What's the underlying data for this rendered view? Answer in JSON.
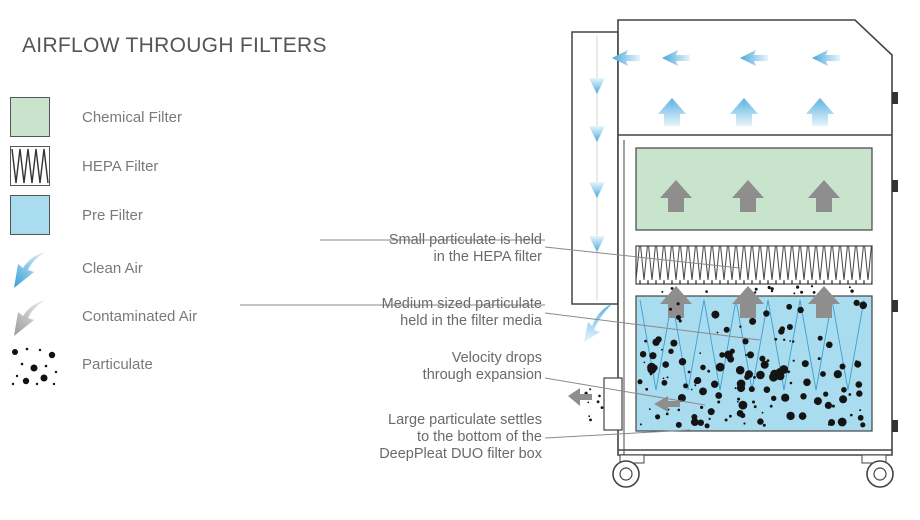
{
  "title": "AIRFLOW THROUGH FILTERS",
  "legend": [
    {
      "label": "Chemical Filter",
      "icon": "chemical-filter-swatch",
      "color": "#c9e4cd"
    },
    {
      "label": "HEPA Filter",
      "icon": "hepa-filter-swatch",
      "color": "#ffffff"
    },
    {
      "label": "Pre Filter",
      "icon": "pre-filter-swatch",
      "color": "#a9dcef"
    },
    {
      "label": "Clean Air",
      "icon": "clean-air-arrow-icon",
      "color": "#4aa8dc"
    },
    {
      "label": "Contaminated Air",
      "icon": "contaminated-air-arrow-icon",
      "color": "#a8a8a8"
    },
    {
      "label": "Particulate",
      "icon": "particulate-dots-icon",
      "color": "#111111"
    }
  ],
  "callouts": [
    {
      "line1": "Small particulate is held",
      "line2": "in the HEPA filter",
      "line3": ""
    },
    {
      "line1": "Medium sized particulate",
      "line2": "held in the filter media",
      "line3": ""
    },
    {
      "line1": "Velocity drops",
      "line2": "through expansion",
      "line3": ""
    },
    {
      "line1": "Large particulate settles",
      "line2": "to the bottom of the",
      "line3": "DeepPleat DUO filter box"
    }
  ]
}
